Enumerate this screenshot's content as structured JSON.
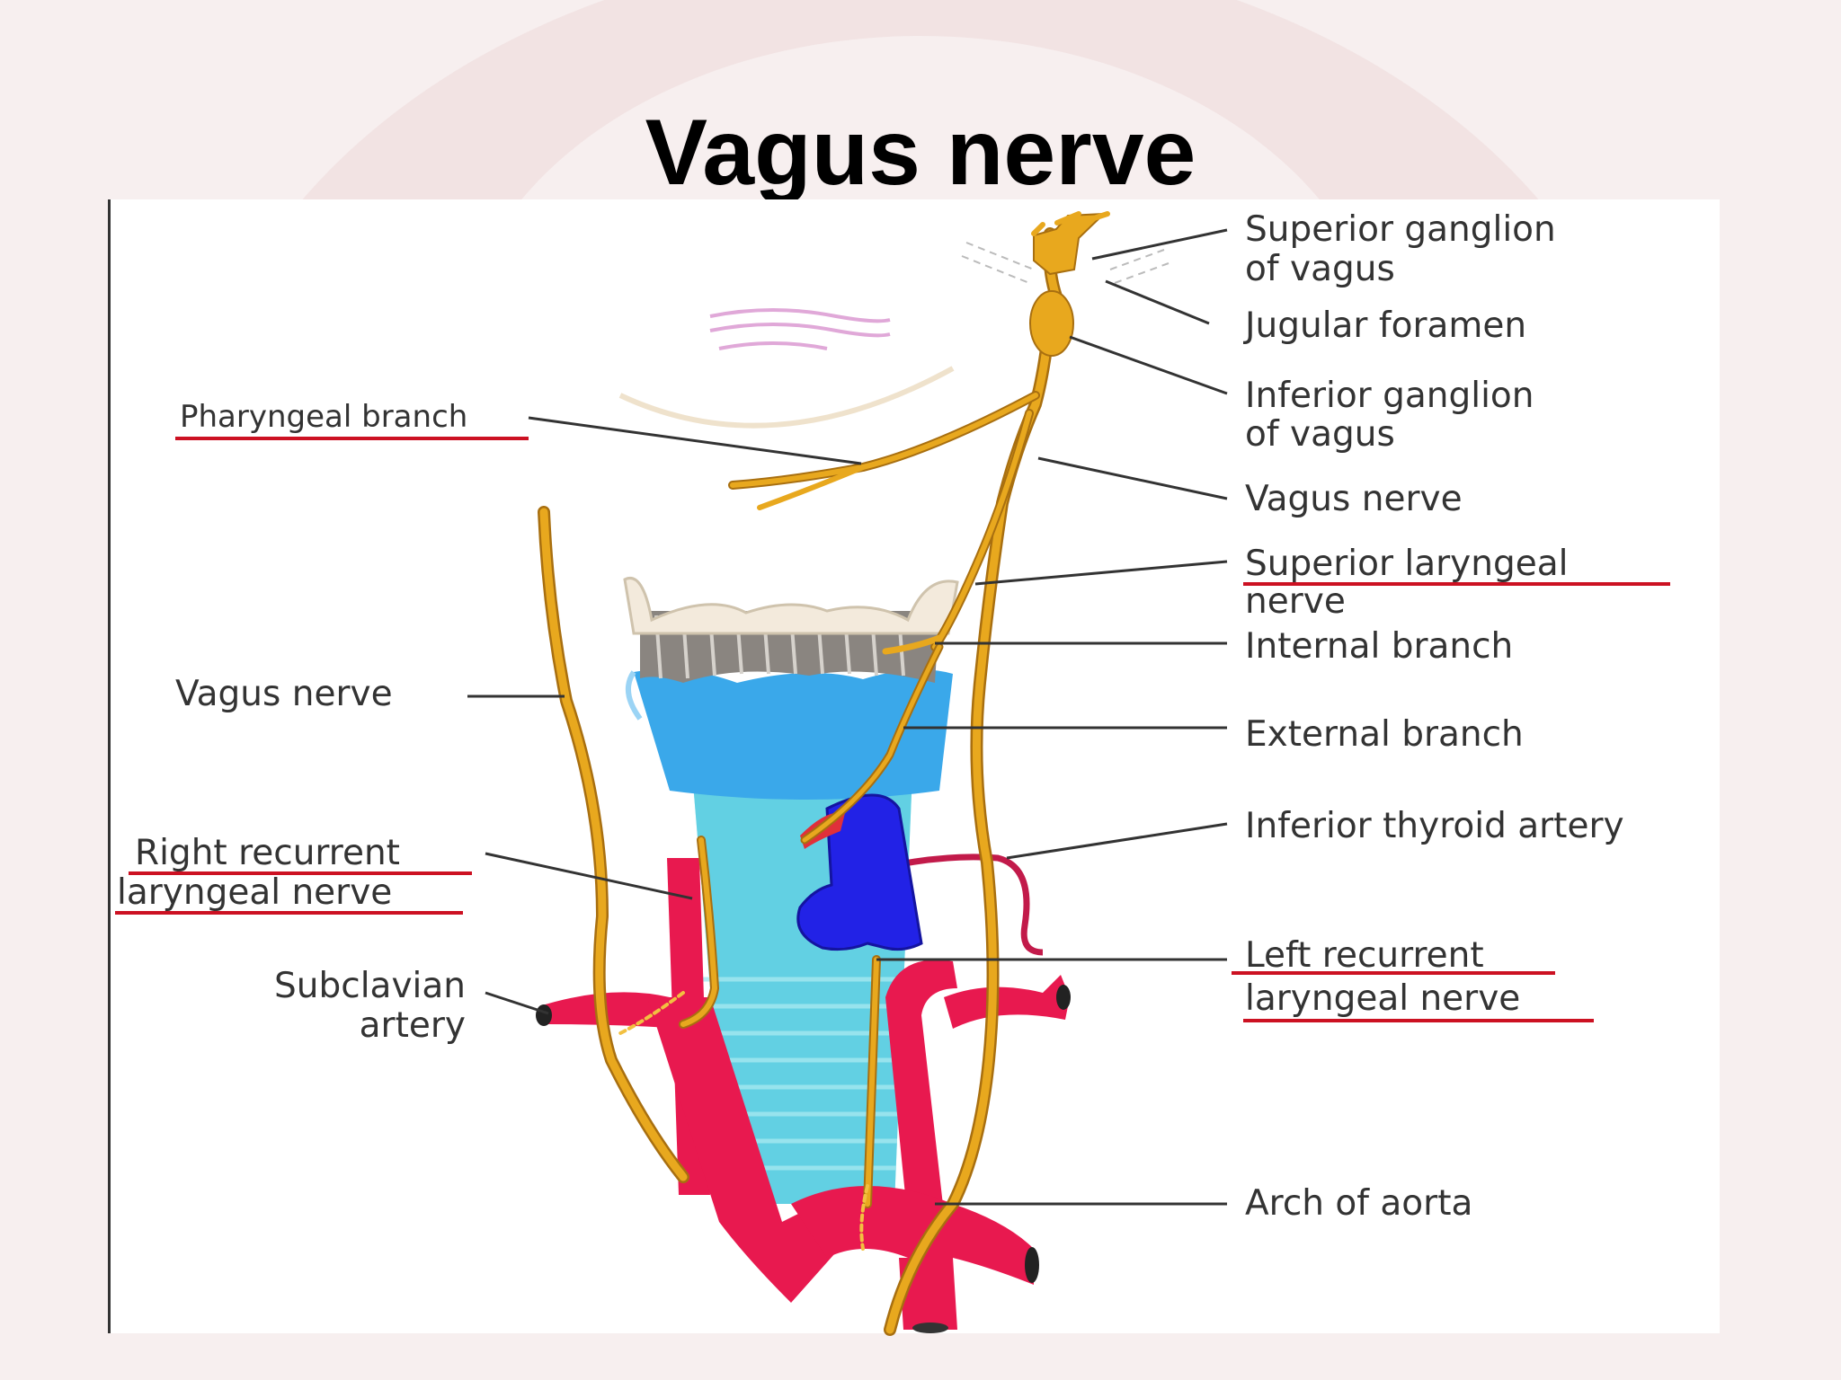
{
  "title": "Vagus nerve",
  "colors": {
    "nerve": "#e8a81e",
    "nerve_outline": "#a86f10",
    "artery": "#e8194f",
    "thyroid_cartilage": "#3aa8e8",
    "trachea": "#5ed0e0",
    "thyroid_gland": "#2020e0",
    "underline": "#cc1122"
  },
  "labels": {
    "left": {
      "pharyngeal_branch": "Pharyngeal branch",
      "vagus_nerve": "Vagus nerve",
      "right_recurrent_1": "Right recurrent",
      "right_recurrent_2": "laryngeal nerve",
      "subclavian_1": "Subclavian",
      "subclavian_2": "artery"
    },
    "right": {
      "superior_ganglion_1": "Superior ganglion",
      "superior_ganglion_2": "of vagus",
      "jugular_foramen": "Jugular foramen",
      "inferior_ganglion_1": "Inferior ganglion",
      "inferior_ganglion_2": "of vagus",
      "vagus_nerve": "Vagus nerve",
      "superior_laryngeal_1": "Superior laryngeal",
      "superior_laryngeal_2": "nerve",
      "internal_branch": "Internal branch",
      "external_branch": "External branch",
      "inferior_thyroid_artery": "Inferior thyroid artery",
      "left_recurrent_1": "Left recurrent",
      "left_recurrent_2": "laryngeal nerve",
      "arch_of_aorta": "Arch of aorta"
    }
  }
}
